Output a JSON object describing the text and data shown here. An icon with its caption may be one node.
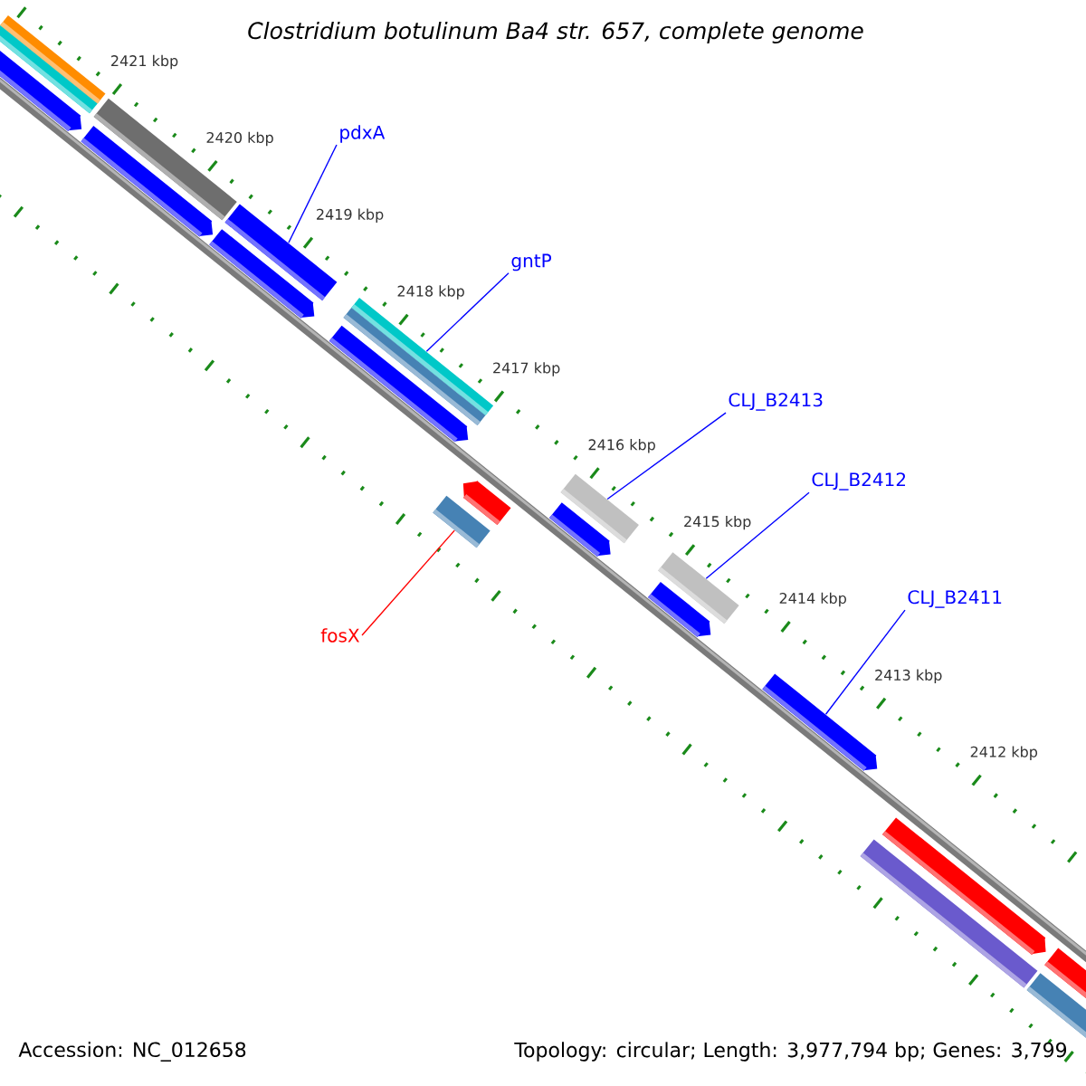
{
  "diagram": {
    "title": "Clostridium botulinum Ba4 str. 657, complete genome",
    "nodes": [
      {
        "text": [
          "pdxA"
        ]
      },
      {
        "text": [
          "gntP"
        ]
      },
      {
        "text": [
          "CLJ_B2413"
        ]
      },
      {
        "text": [
          "CLJ_B2412"
        ]
      },
      {
        "text": [
          "CLJ_B2411"
        ]
      },
      {
        "text": [
          "fosX"
        ]
      },
      {
        "text": [],
        "shape": "bar"
      },
      {
        "text": [],
        "shape": "bar"
      },
      {
        "text": [],
        "shape": "arrow"
      },
      {
        "text": [],
        "shape": "bar"
      },
      {
        "text": [],
        "shape": "arrow"
      },
      {
        "text": [],
        "shape": "bar"
      },
      {
        "text": [],
        "shape": "arrow"
      },
      {
        "text": [],
        "shape": "bar"
      },
      {
        "text": [],
        "shape": "bar"
      },
      {
        "text": [],
        "shape": "arrow"
      },
      {
        "text": [],
        "shape": "bar"
      },
      {
        "text": [],
        "shape": "arrow"
      },
      {
        "text": [],
        "shape": "bar"
      },
      {
        "text": [],
        "shape": "arrow"
      },
      {
        "text": [],
        "shape": "bar"
      },
      {
        "text": [],
        "shape": "arrow"
      },
      {
        "text": [],
        "shape": "arrow"
      },
      {
        "text": [],
        "shape": "bar"
      },
      {
        "text": [],
        "shape": "arrow"
      },
      {
        "text": [],
        "shape": "bar"
      },
      {
        "text": [],
        "shape": "arrow"
      }
    ],
    "edges": [
      {
        "from": 0,
        "to": 11,
        "arrow": "none"
      },
      {
        "from": 1,
        "to": 13,
        "arrow": "none"
      },
      {
        "from": 2,
        "to": 18,
        "arrow": "none"
      },
      {
        "from": 3,
        "to": 20,
        "arrow": "none"
      },
      {
        "from": 4,
        "to": 22,
        "arrow": "none"
      },
      {
        "from": 5,
        "to": 16,
        "arrow": "none",
        "color": "#ff0000"
      }
    ],
    "labels": [
      "2421 kbp",
      "2420 kbp",
      "2419 kbp",
      "2418 kbp",
      "2417 kbp",
      "2416 kbp",
      "2415 kbp",
      "2414 kbp",
      "2413 kbp",
      "2412 kbp",
      "Accession: NC_012658",
      "Topology: circular; Length: 3,977,794 bp; Genes: 3,799"
    ]
  }
}
